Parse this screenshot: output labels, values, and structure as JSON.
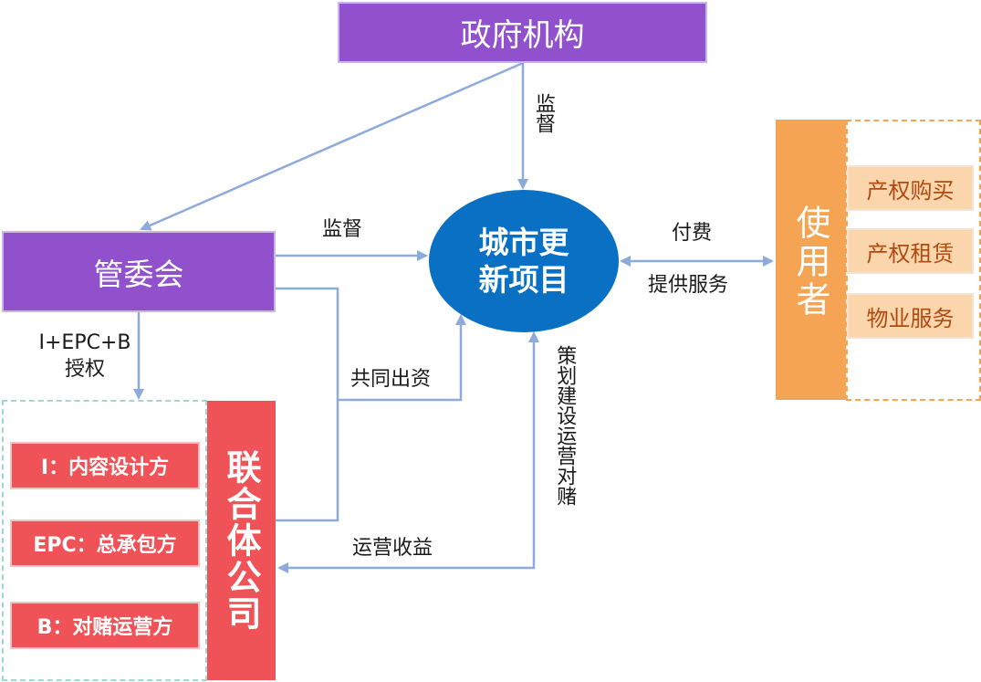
{
  "nodes": {
    "government": "政府机构",
    "committee": "管委会",
    "project": "城市更新项目",
    "users": "使用者",
    "joint_venture": "联合体公司"
  },
  "user_services": [
    "产权购买",
    "产权租赁",
    "物业服务"
  ],
  "jv_roles": [
    "I：内容设计方",
    "EPC：总承包方",
    "B：对赌运营方"
  ],
  "edge_labels": {
    "gov_supervise": "监督",
    "committee_supervise": "监督",
    "pay": "付费",
    "provide_service": "提供服务",
    "authorize_line1": "I+EPC+B",
    "authorize_line2": "授权",
    "co_invest": "共同出资",
    "plan_build_operate": "策划建设运营对赌",
    "operating_income": "运营收益"
  },
  "colors": {
    "purple": "#9150cc",
    "blue": "#0a70c4",
    "orange": "#f4a452",
    "light_orange": "#fbd5ab",
    "red": "#ef5357",
    "arrow": "#8eaadb"
  }
}
